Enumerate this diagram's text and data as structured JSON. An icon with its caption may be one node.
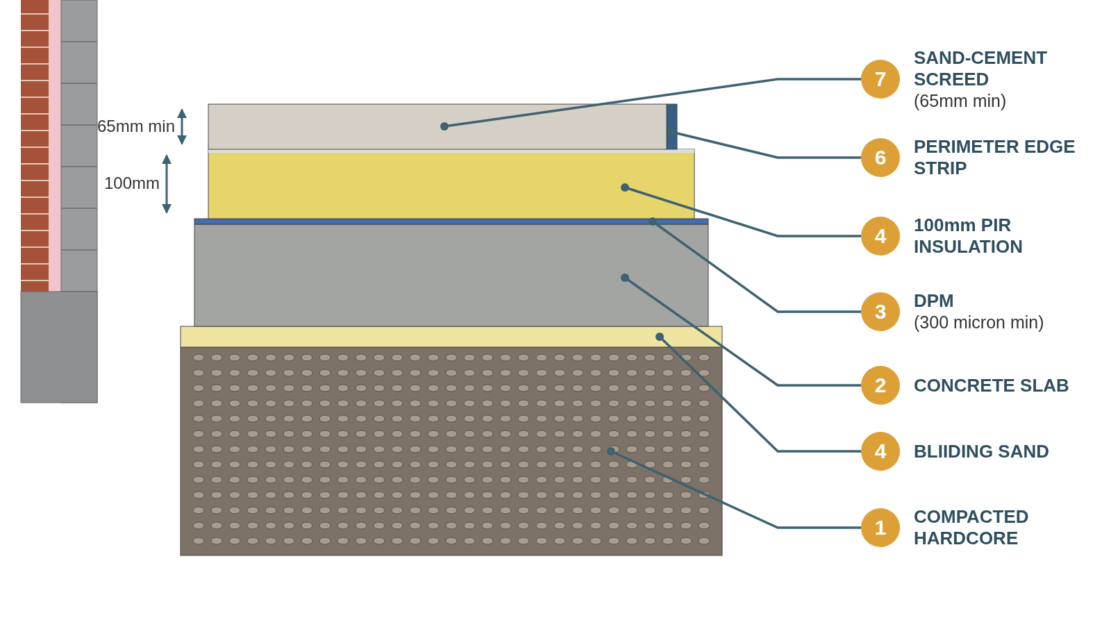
{
  "diagram": {
    "nodes": [
      {
        "text": [
          "7"
        ],
        "beside": [
          "SAND-CEMENT SCREED",
          "(65mm min)"
        ]
      },
      {
        "text": [
          "6"
        ],
        "beside": [
          "PERIMETER EDGE STRIP"
        ]
      },
      {
        "text": [
          "4"
        ],
        "beside": [
          "100mm PIR INSULATION"
        ]
      },
      {
        "text": [
          "3"
        ],
        "beside": [
          "DPM",
          "(300 micron min)"
        ]
      },
      {
        "text": [
          "2"
        ],
        "beside": [
          "CONCRETE SLAB"
        ]
      },
      {
        "text": [
          "4"
        ],
        "beside": [
          "BLIIDING SAND"
        ]
      },
      {
        "text": [
          "1"
        ],
        "beside": [
          "COMPACTED HARDCORE"
        ]
      },
      {
        "text": [],
        "shape": "box"
      },
      {
        "text": [],
        "shape": "box"
      },
      {
        "text": [],
        "shape": "box"
      },
      {
        "text": [],
        "shape": "box"
      },
      {
        "text": [],
        "shape": "box"
      },
      {
        "text": [],
        "shape": "box"
      },
      {
        "text": [],
        "shape": "box"
      }
    ],
    "edges": [
      {
        "from": 0,
        "to": 7,
        "arrow": "other"
      },
      {
        "from": 1,
        "to": 8,
        "arrow": "other"
      },
      {
        "from": 2,
        "to": 9,
        "arrow": "other"
      },
      {
        "from": 3,
        "to": 10,
        "arrow": "other"
      },
      {
        "from": 4,
        "to": 11,
        "arrow": "other"
      },
      {
        "from": 5,
        "to": 12,
        "arrow": "other"
      },
      {
        "from": 6,
        "to": 13,
        "arrow": "other"
      }
    ],
    "labels": [
      "65mm min",
      "100mm"
    ]
  }
}
